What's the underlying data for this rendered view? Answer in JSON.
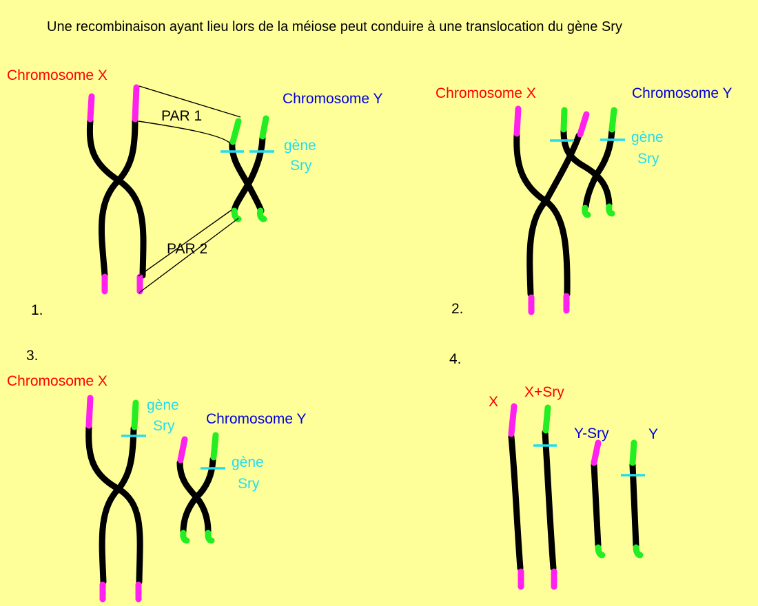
{
  "title": "Une recombinaison ayant lieu lors de la méiose peut conduire à une translocation du gène Sry",
  "colors": {
    "background": "#ffff99",
    "chromosome": "#000000",
    "x_telomere": "#ff22ee",
    "y_telomere": "#22ee22",
    "sry_marker": "#22ddee",
    "x_label": "#ff0000",
    "y_label": "#0000dd"
  },
  "panel1": {
    "number": "1.",
    "x_label": "Chromosome X",
    "y_label": "Chromosome Y",
    "par1_label": "PAR 1",
    "par2_label": "PAR 2",
    "sry_line1": "gène",
    "sry_line2": "Sry"
  },
  "panel2": {
    "number": "2.",
    "x_label": "Chromosome X",
    "y_label": "Chromosome Y",
    "sry_line1": "gène",
    "sry_line2": "Sry"
  },
  "panel3": {
    "number": "3.",
    "x_label": "Chromosome X",
    "y_label": "Chromosome Y",
    "x_sry_line1": "gène",
    "x_sry_line2": "Sry",
    "y_sry_line1": "gène",
    "y_sry_line2": "Sry"
  },
  "panel4": {
    "number": "4.",
    "label_x": "X",
    "label_x_sry": "X+Sry",
    "label_y_minus_sry": "Y-Sry",
    "label_y": "Y"
  }
}
